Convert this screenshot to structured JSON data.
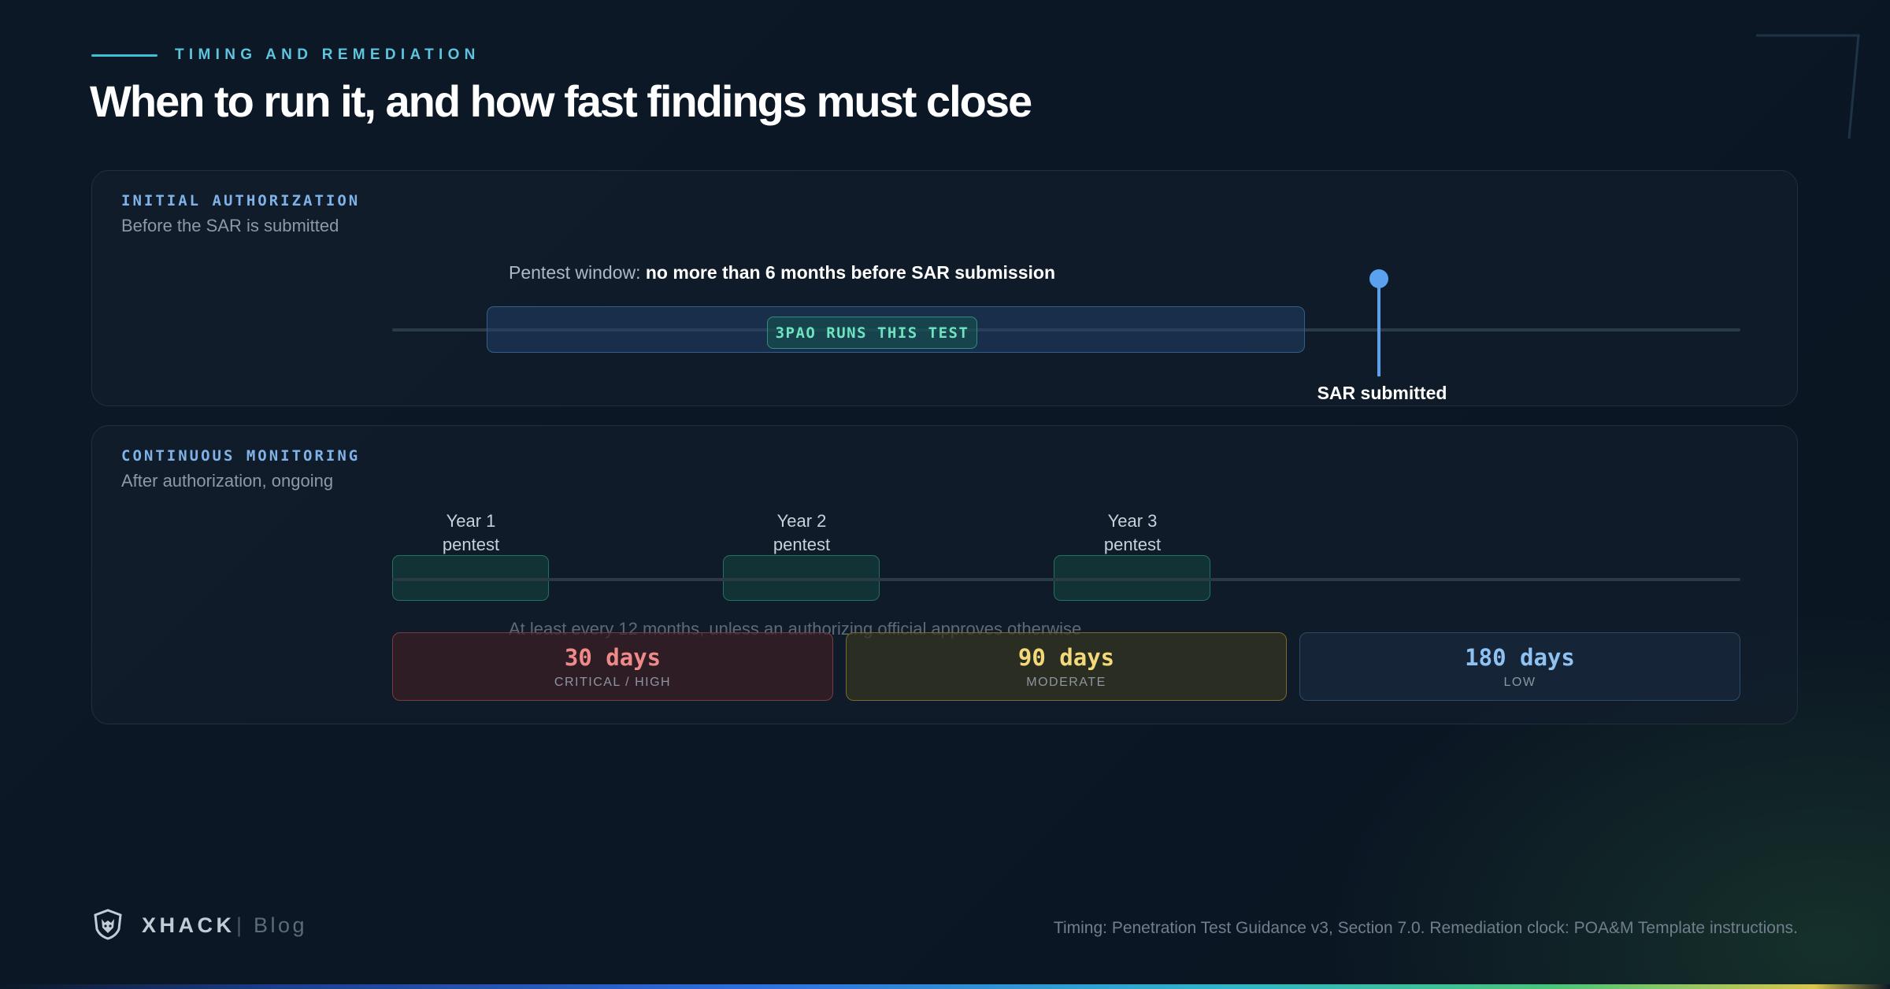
{
  "header": {
    "eyebrow": "TIMING AND REMEDIATION",
    "title": "When to run it, and how fast findings must close"
  },
  "initial": {
    "label": "INITIAL AUTHORIZATION",
    "subtitle": "Before the SAR is submitted",
    "window_caption_prefix": "Pentest window: ",
    "window_caption_emphasis": "no more than 6 months before SAR submission",
    "badge": "3PAO RUNS THIS TEST",
    "milestone": "SAR submitted"
  },
  "continuous": {
    "label": "CONTINUOUS MONITORING",
    "subtitle": "After authorization, ongoing",
    "years": [
      {
        "line1": "Year 1",
        "line2": "pentest"
      },
      {
        "line1": "Year 2",
        "line2": "pentest"
      },
      {
        "line1": "Year 3",
        "line2": "pentest"
      }
    ],
    "cadence_note": "At least every 12 months, unless an authorizing official approves otherwise",
    "remediation": [
      {
        "days": "30 days",
        "severity": "CRITICAL / HIGH",
        "color": "#f08a8a"
      },
      {
        "days": "90 days",
        "severity": "MODERATE",
        "color": "#f3d97a"
      },
      {
        "days": "180 days",
        "severity": "LOW",
        "color": "#8ec2f2"
      }
    ]
  },
  "footer": {
    "brand": "XHACK",
    "separator": "|",
    "section": "Blog",
    "source": "Timing: Penetration Test Guidance v3, Section 7.0. Remediation clock: POA&M Template instructions."
  },
  "icons": {
    "logo": "wolf-shield-icon",
    "corner": "corner-bracket-icon",
    "milestone": "pin-marker-icon"
  },
  "colors": {
    "accent": "#5ec5df",
    "window": "#33608a",
    "badge": "#6fe3c1",
    "milestone": "#5aa2f0"
  }
}
